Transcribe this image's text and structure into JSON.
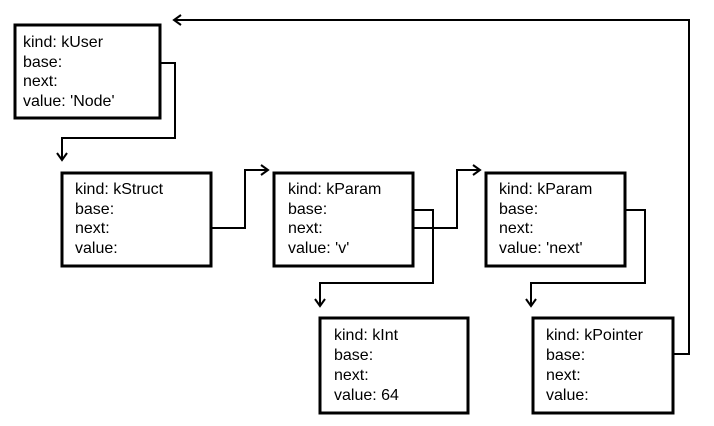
{
  "nodes": [
    {
      "id": "user",
      "kind": "kind: kUser",
      "base": "base:",
      "next": "next:",
      "value": "value: 'Node'"
    },
    {
      "id": "struct",
      "kind": "kind: kStruct",
      "base": "base:",
      "next": "next:",
      "value": "value:"
    },
    {
      "id": "param1",
      "kind": "kind: kParam",
      "base": "base:",
      "next": "next:",
      "value": "value: 'v'"
    },
    {
      "id": "param2",
      "kind": "kind: kParam",
      "base": "base:",
      "next": "next:",
      "value": "value: 'next'"
    },
    {
      "id": "int",
      "kind": "kind: kInt",
      "base": "base:",
      "next": "next:",
      "value": "value: 64"
    },
    {
      "id": "pointer",
      "kind": "kind: kPointer",
      "base": "base:",
      "next": "next:",
      "value": "value:"
    }
  ],
  "edges": [
    {
      "from": "user",
      "field": "base",
      "to": "struct"
    },
    {
      "from": "struct",
      "field": "next",
      "to": "param1"
    },
    {
      "from": "param1",
      "field": "base",
      "to": "int"
    },
    {
      "from": "param1",
      "field": "next",
      "to": "param2"
    },
    {
      "from": "param2",
      "field": "base",
      "to": "pointer"
    },
    {
      "from": "pointer",
      "field": "base",
      "to": "user"
    }
  ],
  "colors": {
    "stroke": "#000000",
    "background": "#ffffff"
  }
}
